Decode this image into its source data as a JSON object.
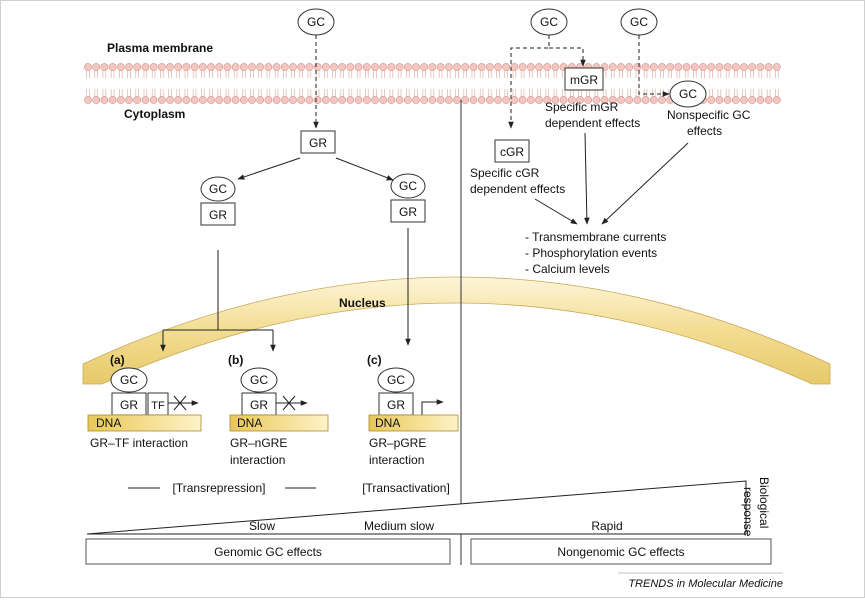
{
  "labels": {
    "plasma_membrane": "Plasma membrane",
    "cytoplasm": "Cytoplasm",
    "nucleus": "Nucleus"
  },
  "molecules": {
    "gc": "GC",
    "gr": "GR",
    "mgr": "mGR",
    "cgr": "cGR",
    "tf": "TF",
    "dna": "DNA"
  },
  "nongenomic": {
    "specific_mgr": [
      "Specific mGR",
      "dependent effects"
    ],
    "nonspecific_gc": [
      "Nonspecific GC",
      "effects"
    ],
    "specific_cgr": [
      "Specific cGR",
      "dependent effects"
    ],
    "effects": [
      "- Transmembrane currents",
      "- Phosphorylation events",
      "- Calcium levels"
    ]
  },
  "panels": {
    "a": {
      "letter": "(a)",
      "lines": [
        "GR–TF interaction"
      ]
    },
    "b": {
      "letter": "(b)",
      "lines": [
        "GR–nGRE",
        "interaction"
      ]
    },
    "c": {
      "letter": "(c)",
      "lines": [
        "GR–pGRE",
        "interaction"
      ]
    }
  },
  "mechanisms": {
    "transrepression": "[Transrepression]",
    "transactivation": "[Transactivation]"
  },
  "response": {
    "axis_label": [
      "Biological",
      "response"
    ],
    "slow": "Slow",
    "medium_slow": "Medium slow",
    "rapid": "Rapid"
  },
  "bottom_boxes": {
    "genomic": "Genomic GC effects",
    "nongenomic": "Nongenomic GC effects"
  },
  "footer": {
    "source": "TRENDS in Molecular Medicine"
  },
  "colors": {
    "membrane_head": "#f2c7c2",
    "membrane_head_stroke": "#d9918a",
    "nucleus_light": "#fdf5d8",
    "nucleus_dark": "#e6c96a",
    "dna_light": "#fdf3c9",
    "dna_dark": "#e8c75a"
  }
}
